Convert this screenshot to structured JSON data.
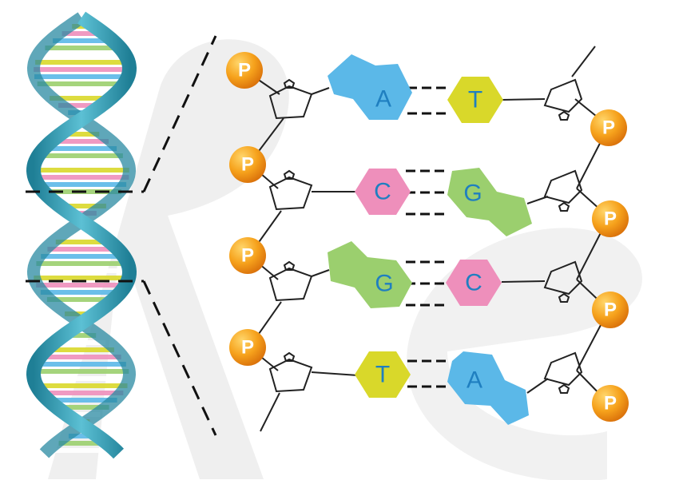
{
  "phosphate_label": "P",
  "base_pairs": [
    {
      "left": "A",
      "right": "T"
    },
    {
      "left": "C",
      "right": "G"
    },
    {
      "left": "G",
      "right": "C"
    },
    {
      "left": "T",
      "right": "A"
    }
  ],
  "colors": {
    "adenine": "#5bb8e8",
    "thymine": "#d9d82a",
    "cytosine": "#ee8fbb",
    "guanine": "#9bcf6e",
    "phosphate": "#f29a1a",
    "letter": "#1f7fc0",
    "helix": "#2f98b0",
    "watermark": "#ececec"
  }
}
